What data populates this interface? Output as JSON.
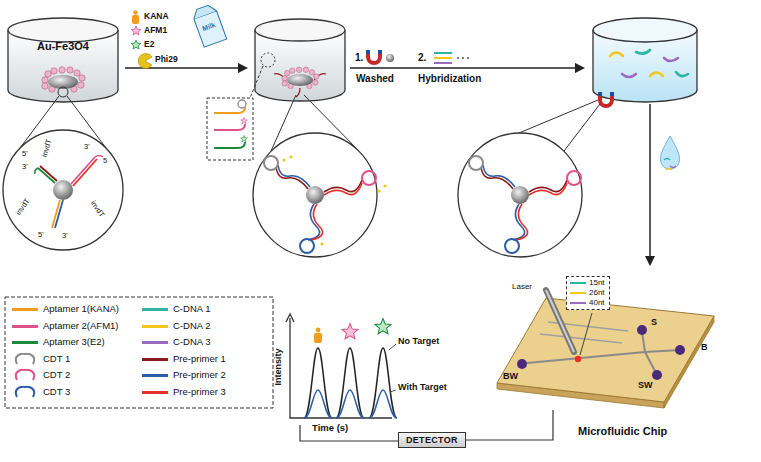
{
  "diagram": {
    "nodes": [
      {
        "text": [
          "Au-Fe3O4"
        ]
      },
      {
        "text": [
          "Microfluidic Chip"
        ]
      },
      {
        "text": [
          "15nt",
          "26nt",
          "40nt"
        ],
        "in": 1
      },
      {
        "text": [
          "DETECTOR"
        ]
      }
    ],
    "edges": [
      {
        "from": 1,
        "to": 3,
        "arrow": "none"
      }
    ],
    "labels": [
      "KANA",
      "AFM1",
      "E2",
      "Phi29",
      "Milk",
      "invdT",
      "5'",
      "3'",
      "3'",
      "5",
      "invdT",
      "invdT",
      "5'",
      "3'",
      "1.",
      "Washed",
      "2.",
      "Hybridization",
      "Intensity",
      "No Target",
      "With Target",
      "Time (s)",
      "Laser",
      "S",
      "B",
      "BW",
      "SW"
    ],
    "legend": [
      {
        "text": "Aptamer 1(KANA)",
        "color": "#f39c1f"
      },
      {
        "text": "Aptamer 2(AFM1)",
        "color": "#e0508a"
      },
      {
        "text": "Aptamer 3(E2)",
        "color": "#1a8a3a"
      },
      {
        "text": "CDT 1"
      },
      {
        "text": "CDT 2"
      },
      {
        "text": "CDT 3"
      },
      {
        "text": "C-DNA 1",
        "color": "#2fb5a5"
      },
      {
        "text": "C-DNA 2",
        "color": "#f2c81e"
      },
      {
        "text": "C-DNA 3",
        "color": "#9b6bc2"
      },
      {
        "text": "Pre-primer 1",
        "color": "#8b1a1a"
      },
      {
        "text": "Pre-primer 2",
        "color": "#2a5ea8"
      },
      {
        "text": "Pre-primer 3",
        "color": "#e8302a"
      }
    ]
  }
}
